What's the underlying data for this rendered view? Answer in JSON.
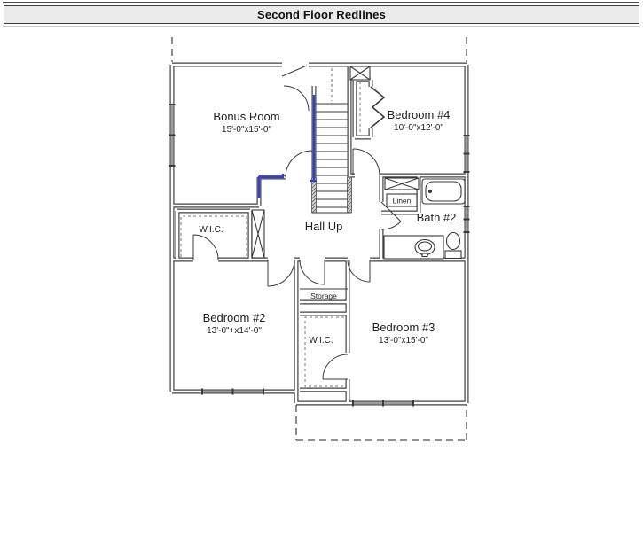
{
  "title": "Second Floor Redlines",
  "colors": {
    "wall": "#414141",
    "thin_line": "#3a3a3a",
    "redline_blue": "#3240d0",
    "title_bg": "#ebebeb",
    "hatch_gray": "#8c8c8c"
  },
  "rooms": {
    "bonus": {
      "name": "Bonus Room",
      "dims": "15'-0\"x15'-0\""
    },
    "bedroom4": {
      "name": "Bedroom #4",
      "dims": "10'-0\"x12'-0\""
    },
    "bedroom2": {
      "name": "Bedroom #2",
      "dims": "13'-0\"+x14'-0\""
    },
    "bedroom3": {
      "name": "Bedroom #3",
      "dims": "13'-0\"x15'-0\""
    },
    "bath2": {
      "name": "Bath #2"
    },
    "hall": {
      "name": "Hall Up"
    },
    "wic_bedroom2": {
      "name": "W.I.C."
    },
    "wic_bedroom3": {
      "name": "W.I.C."
    },
    "linen": {
      "name": "Linen"
    },
    "storage": {
      "name": "Storage"
    }
  }
}
